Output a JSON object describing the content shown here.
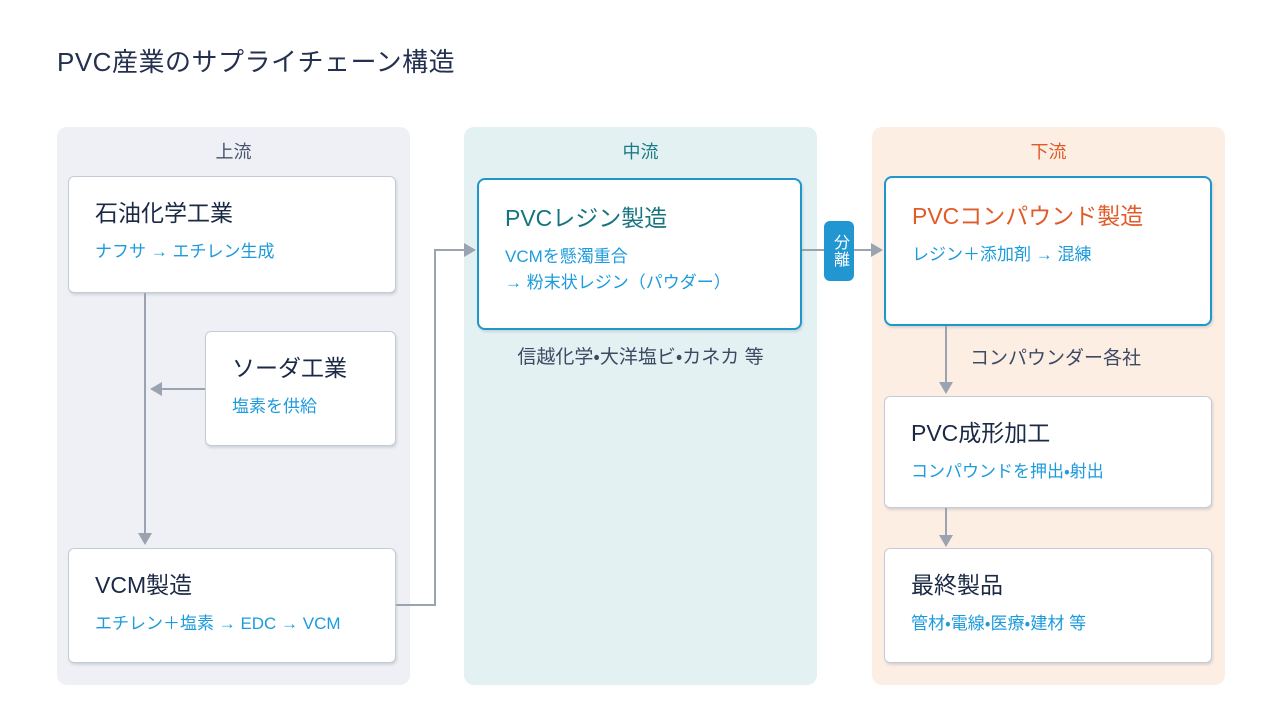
{
  "title": "PVC産業のサプライチェーン構造",
  "columns": {
    "upstream": {
      "label": "上流"
    },
    "midstream": {
      "label": "中流"
    },
    "downstream": {
      "label": "下流"
    }
  },
  "nodes": {
    "petrochem": {
      "title": "石油化学工業",
      "subtitle": "ナフサ → エチレン生成"
    },
    "soda": {
      "title": "ソーダ工業",
      "subtitle": "塩素を供給"
    },
    "vcm": {
      "title": "VCM製造",
      "subtitle": "エチレン＋塩素 → EDC → VCM"
    },
    "resin": {
      "title": "PVCレジン製造",
      "subtitle_line1": "VCMを懸濁重合",
      "subtitle_line2": "→ 粉末状レジン（パウダー）"
    },
    "compound": {
      "title": "PVCコンパウンド製造",
      "subtitle": "レジン＋添加剤 → 混練"
    },
    "molding": {
      "title": "PVC成形加工",
      "subtitle": "コンパウンドを押出・射出"
    },
    "final": {
      "title": "最終製品",
      "subtitle": "管材・電線・医療・建材 等"
    }
  },
  "captions": {
    "resin_makers": "信越化学・大洋塩ビ・カネカ 等",
    "compounders": "コンパウンダー各社"
  },
  "badge": {
    "label": "分離"
  },
  "colors": {
    "title_text": "#24304f",
    "upstream_bg": "#eef0f5",
    "midstream_bg": "#e4f1f2",
    "downstream_bg": "#fdeee4",
    "upstream_label": "#47536b",
    "midstream_label": "#177b86",
    "downstream_label": "#e05a28",
    "box_border": "#c5cbd5",
    "highlight_border": "#1f97cb",
    "subtitle_blue": "#1d9bdc",
    "teal_title": "#15747f",
    "orange_title": "#e25a28",
    "arrow_gray": "#9aa3af",
    "badge_bg": "#2196d0"
  }
}
